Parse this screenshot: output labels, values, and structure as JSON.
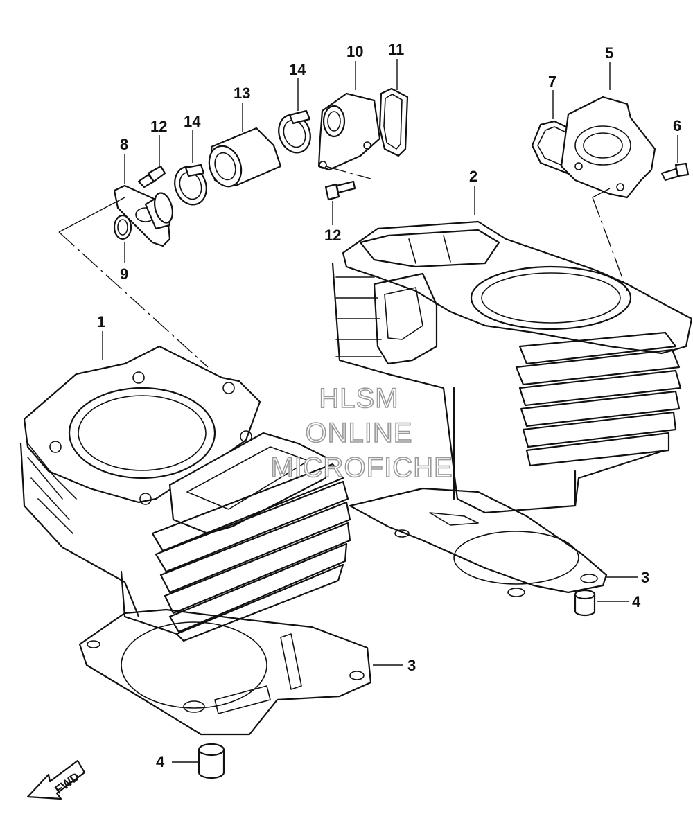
{
  "watermark": {
    "line1": "HLSM",
    "line2": "ONLINE",
    "line3": "MICROFICHE"
  },
  "direction_arrow": {
    "label": "FWD"
  },
  "callouts": {
    "c1": "1",
    "c2": "2",
    "c3a": "3",
    "c3b": "3",
    "c4a": "4",
    "c4b": "4",
    "c5": "5",
    "c6": "6",
    "c7": "7",
    "c8": "8",
    "c9": "9",
    "c10": "10",
    "c11": "11",
    "c12a": "12",
    "c12b": "12",
    "c13": "13",
    "c14a": "14",
    "c14b": "14"
  }
}
